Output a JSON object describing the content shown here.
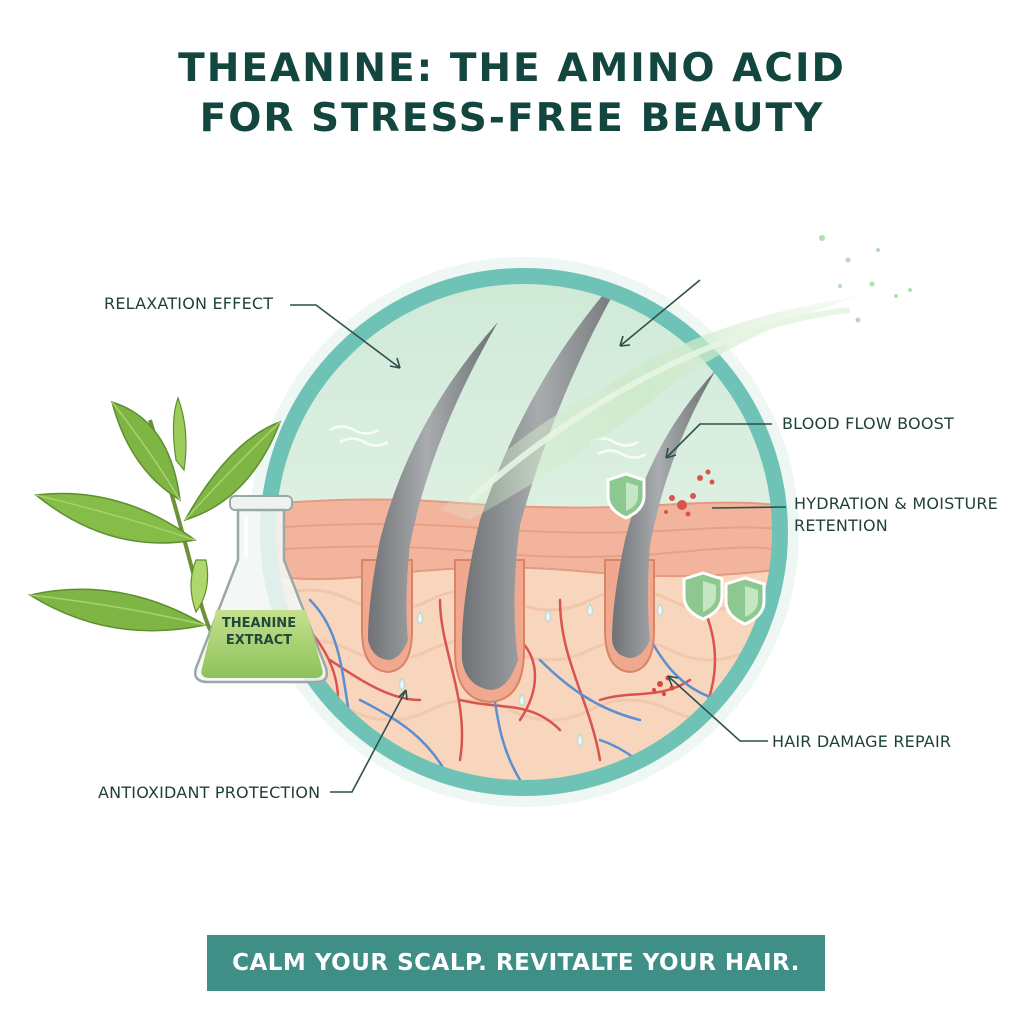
{
  "title": {
    "line1": "THEANINE: THE AMINO ACID",
    "line2": "FOR STRESS-FREE BEAUTY"
  },
  "labels": {
    "relaxation": "RELAXATION EFFECT",
    "blood_flow": "BLOOD FLOW BOOST",
    "hydration_line1": "HYDRATION & MOISTURE",
    "hydration_line2": "RETENTION",
    "hair_repair": "HAIR DAMAGE REPAIR",
    "antioxidant": "ANTIOXIDANT PROTECTION"
  },
  "flask": {
    "line1": "THEANINE",
    "line2": "EXTRACT"
  },
  "banner": "CALM YOUR SCALP. REVITALTE YOUR HAIR.",
  "colors": {
    "title": "#12463f",
    "ring": "#6fc3b6",
    "banner_bg": "#3f8f86",
    "leaf": "#7fb544",
    "skin": "#f3b49d",
    "hair": "#8a8d90"
  }
}
